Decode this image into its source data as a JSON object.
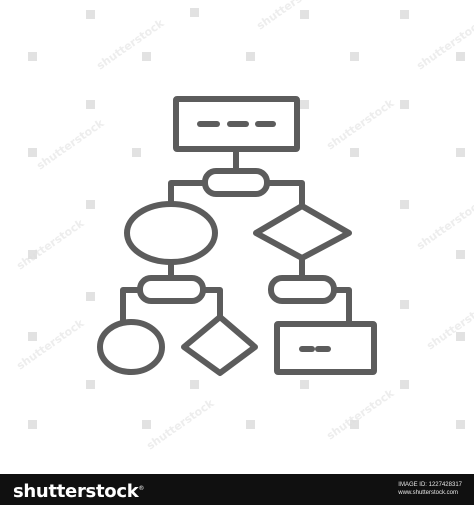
{
  "image": {
    "stroke_color": "#5c5c5c",
    "background": "#ffffff",
    "watermark_text": "shutterstock",
    "watermark_color": "#d6d6d6"
  },
  "footer": {
    "brand": "shutterstock",
    "brand_mark": "®",
    "image_id_text": "IMAGE ID: 1227428317",
    "site_text": "www.shutterstock.com",
    "background": "#101010"
  }
}
